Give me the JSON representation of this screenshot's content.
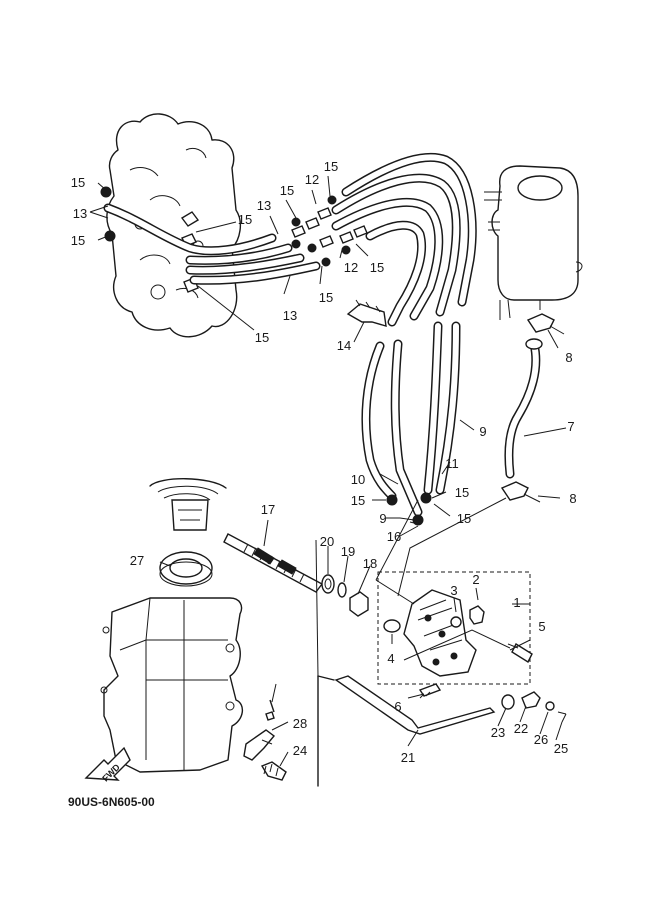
{
  "diagram": {
    "part_code": "90US-6N605-00",
    "direction_label": "FWD",
    "callouts": [
      "1",
      "2",
      "3",
      "4",
      "5",
      "6",
      "7",
      "8",
      "8",
      "9",
      "9",
      "10",
      "11",
      "12",
      "12",
      "13",
      "13",
      "13",
      "14",
      "15",
      "15",
      "15",
      "15",
      "15",
      "15",
      "15",
      "15",
      "15",
      "15",
      "15",
      "16",
      "17",
      "18",
      "19",
      "20",
      "21",
      "22",
      "23",
      "24",
      "25",
      "26",
      "27",
      "28"
    ]
  }
}
